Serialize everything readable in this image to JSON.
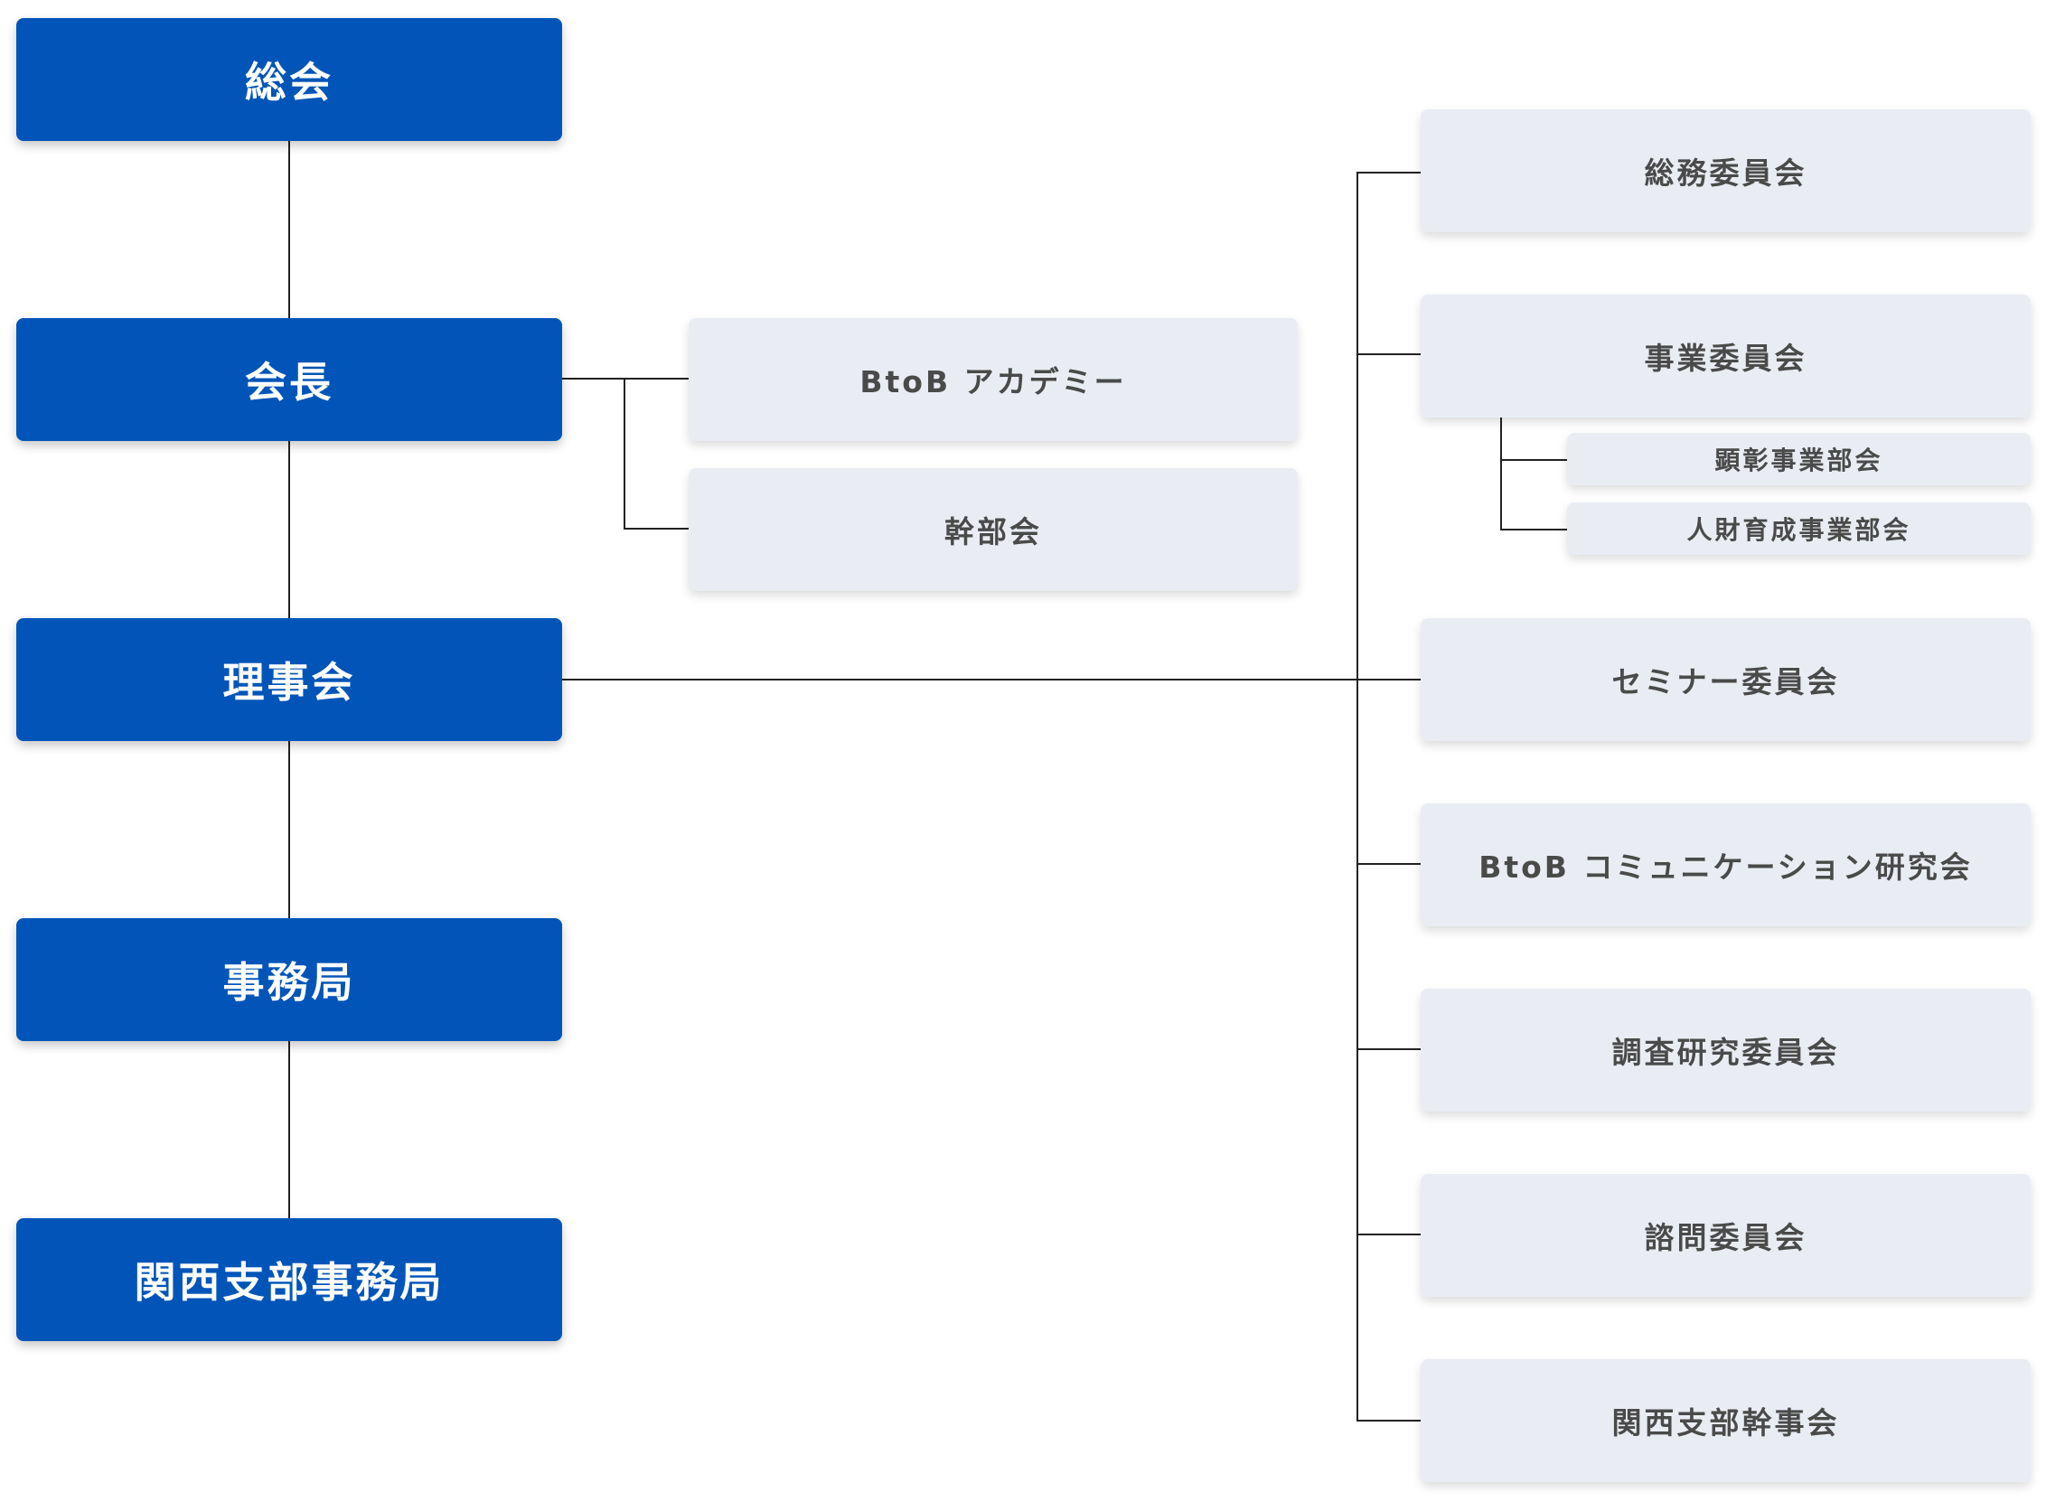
{
  "main_column": {
    "general_assembly": "総会",
    "chairman": "会長",
    "board": "理事会",
    "secretariat": "事務局",
    "kansai_secretariat": "関西支部事務局"
  },
  "chairman_branch": {
    "btob_academy": "BtoB アカデミー",
    "executive_meeting": "幹部会"
  },
  "committees": {
    "general_affairs": "総務委員会",
    "business": "事業委員会",
    "business_sub": [
      "顕彰事業部会",
      "人財育成事業部会"
    ],
    "seminar": "セミナー委員会",
    "btob_comm_research": "BtoB コミュニケーション研究会",
    "research": "調査研究委員会",
    "advisory": "諮問委員会",
    "kansai_executive": "関西支部幹事会"
  }
}
